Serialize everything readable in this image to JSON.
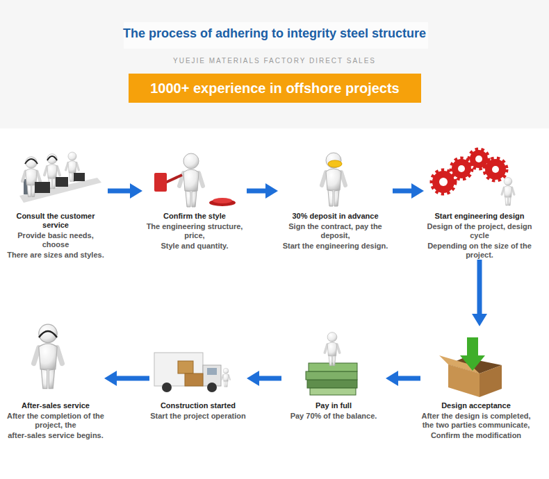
{
  "diagram": {
    "title": "The process of adhering to integrity steel structure",
    "nodes": [
      {
        "text": [
          "1000+ experience in offshore projects"
        ]
      },
      {
        "text": [
          "Consult the customer service",
          "Provide basic needs, choose",
          "There are sizes and styles."
        ]
      },
      {
        "text": [
          "Confirm the style",
          "The engineering structure, price,",
          "Style and quantity."
        ]
      },
      {
        "text": [
          "30% deposit in advance",
          "Sign the contract, pay the deposit,",
          "Start the engineering design."
        ]
      },
      {
        "text": [
          "Start engineering design",
          "Design of the project, design cycle",
          "Depending on the size of the project."
        ]
      },
      {
        "text": [
          "Design acceptance",
          "After the design is completed, the two parties communicate,",
          "Confirm the modification"
        ]
      },
      {
        "text": [
          "Pay in full",
          "Pay 70% of the balance."
        ]
      },
      {
        "text": [
          "Construction started",
          "Start the project operation"
        ]
      },
      {
        "text": [
          "After-sales service",
          "After the completion of the project, the",
          "after-sales service begins."
        ]
      }
    ],
    "edges": [
      {
        "from": 1,
        "to": 2,
        "arrow": "to"
      },
      {
        "from": 2,
        "to": 3,
        "arrow": "to"
      },
      {
        "from": 3,
        "to": 4,
        "arrow": "to"
      },
      {
        "from": 4,
        "to": 5,
        "arrow": "to"
      },
      {
        "from": 5,
        "to": 6,
        "arrow": "to"
      },
      {
        "from": 6,
        "to": 7,
        "arrow": "to"
      },
      {
        "from": 7,
        "to": 8,
        "arrow": "to"
      }
    ],
    "labels": [
      "YUEJIE MATERIALS FACTORY DIRECT SALES"
    ]
  }
}
